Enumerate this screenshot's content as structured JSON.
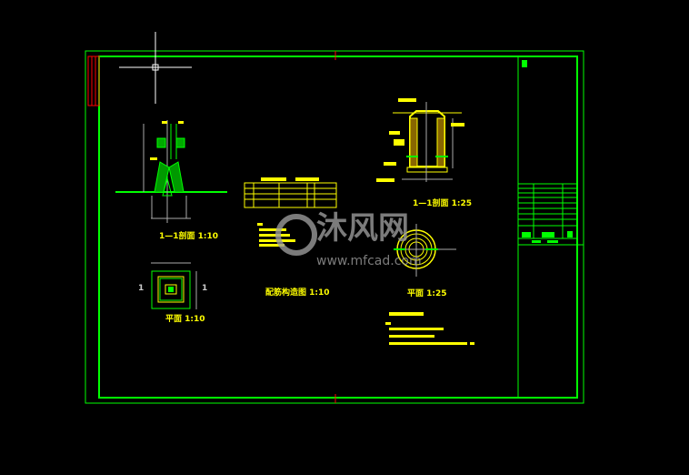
{
  "drawing": {
    "labels": {
      "left_section": "1—1剖面 1:10",
      "left_plan": "平面 1:10",
      "middle_detail": "配筋构造图 1:10",
      "right_section": "1—1剖面 1:25",
      "right_plan": "平面 1:25",
      "section_mark": "1"
    },
    "scales": [
      "1:10",
      "1:25"
    ],
    "colors": {
      "frame": "#00ff00",
      "annotation": "#ffff00",
      "dimension": "#c0c0c0",
      "marker": "#ff0000"
    }
  },
  "watermark": {
    "brand": "沐风网",
    "url": "www.mfcad.com"
  }
}
